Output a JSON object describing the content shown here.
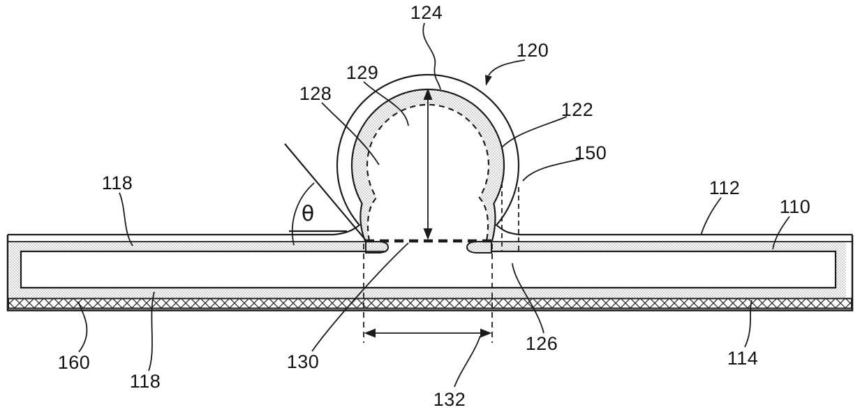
{
  "figure": {
    "kind": "patent cross-section diagram of balloon raised from layered substrate",
    "colors": {
      "ink": "#1a1a1a",
      "paper": "#ffffff",
      "stipple_dot": "#8f8f8f",
      "hatch": "#2a2a2a"
    },
    "labels": {
      "l124": "124",
      "l120": "120",
      "l129": "129",
      "l128": "128",
      "l122": "122",
      "l150": "150",
      "l118_top": "118",
      "l112": "112",
      "l110": "110",
      "l160": "160",
      "l118_bottom": "118",
      "l130": "130",
      "l126": "126",
      "l114": "114",
      "l132": "132",
      "theta": "θ"
    }
  }
}
